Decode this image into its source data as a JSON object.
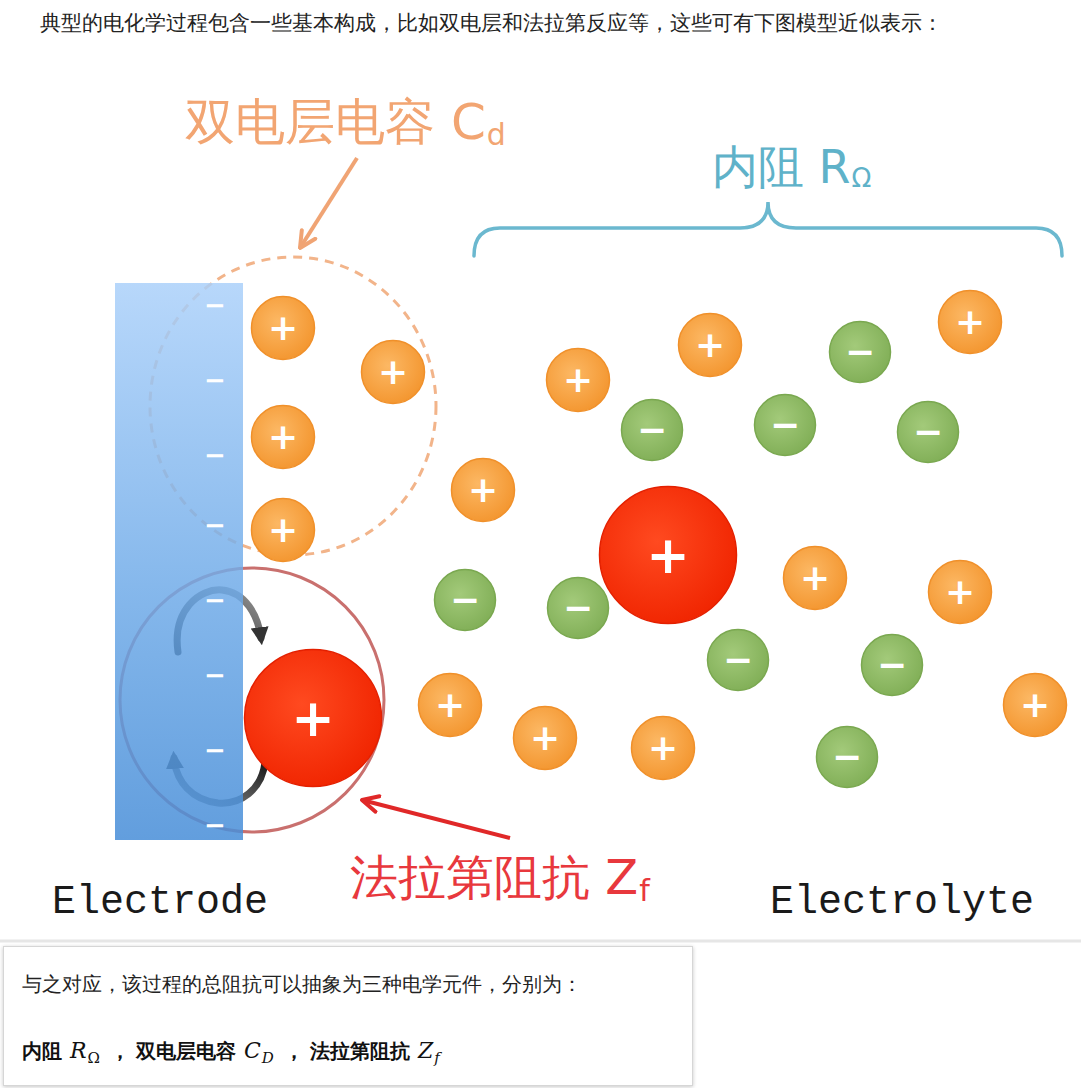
{
  "diagram": {
    "title": "典型的电化学过程包含一些基本构成，比如双电层和法拉第反应等，这些可有下图模型近似表示：",
    "nodes": [
      {
        "text": [
          "−",
          "−",
          "−",
          "−",
          "−",
          "−",
          "−",
          "−"
        ]
      },
      {
        "text": [
          "+"
        ]
      },
      {
        "text": [
          "+"
        ]
      },
      {
        "text": [
          "+"
        ]
      },
      {
        "text": [
          "−"
        ]
      },
      {
        "text": [
          "+"
        ]
      },
      {
        "text": [
          "+"
        ]
      },
      {
        "text": [
          "−"
        ]
      },
      {
        "text": [
          "−"
        ]
      },
      {
        "text": [
          "−"
        ]
      },
      {
        "text": [
          "+"
        ]
      },
      {
        "text": [
          "+"
        ]
      },
      {
        "text": [
          "+"
        ]
      },
      {
        "text": [
          "+"
        ]
      },
      {
        "text": [
          "+"
        ]
      },
      {
        "text": [
          "+"
        ]
      },
      {
        "text": [
          "−"
        ]
      },
      {
        "text": [
          "−"
        ]
      },
      {
        "text": [
          "−"
        ]
      },
      {
        "text": [
          "−"
        ]
      },
      {
        "text": [
          "+"
        ]
      },
      {
        "text": [
          "+"
        ]
      },
      {
        "text": [
          "+"
        ]
      },
      {
        "text": [
          "+"
        ]
      },
      {
        "text": [
          "+"
        ]
      },
      {
        "text": [
          "−"
        ]
      },
      {
        "text": [
          "与之对应，该过程的总阻抗可以抽象为三种电学元件，分别为：",
          "内阻",
          "R",
          "Ω",
          "，",
          "双电层电容",
          "C",
          "D",
          "，",
          "法拉第阻抗",
          "Z",
          "f"
        ]
      }
    ],
    "labels": [
      "双电层电容 C",
      "d",
      "内阻 R",
      "Ω",
      "法拉第阻抗 Z",
      "f",
      "Electrode",
      "Electrolyte"
    ]
  }
}
